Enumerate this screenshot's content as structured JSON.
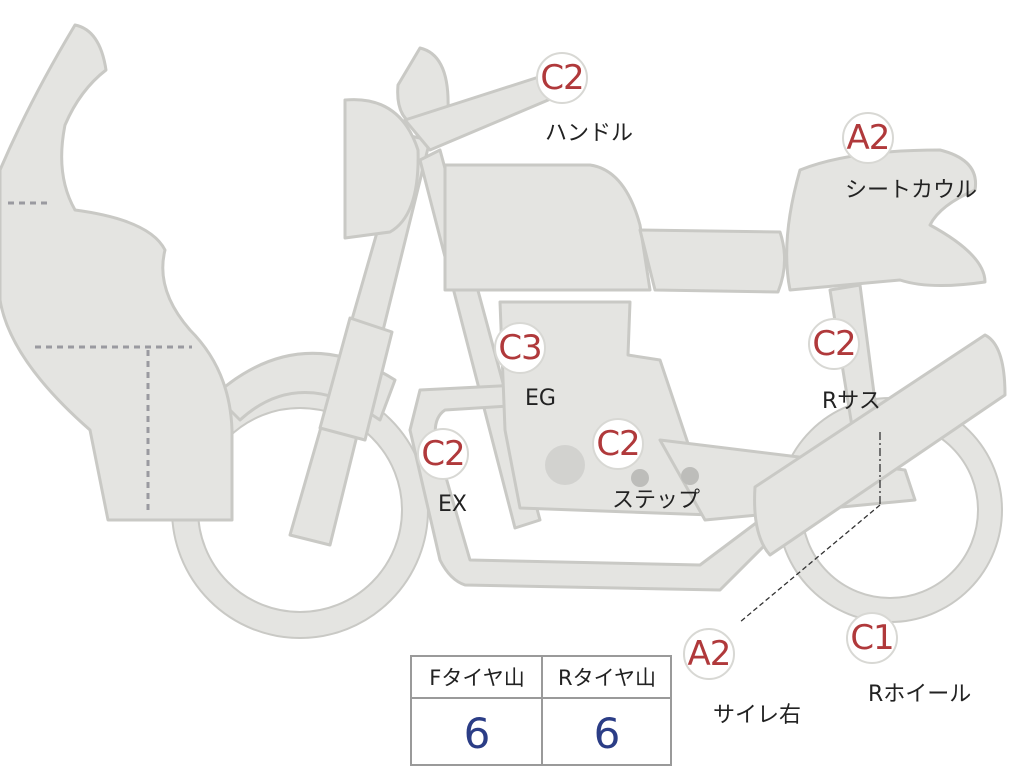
{
  "labels": {
    "handle": {
      "code": "C2",
      "name": "ハンドル"
    },
    "seat_cowl": {
      "code": "A2",
      "name": "シートカウル"
    },
    "engine": {
      "code": "C3",
      "name": "EG"
    },
    "rear_suspension": {
      "code": "C2",
      "name": "Rサス"
    },
    "exhaust": {
      "code": "C2",
      "name": "EX"
    },
    "step": {
      "code": "C2",
      "name": "ステップ"
    },
    "silencer_right": {
      "code": "A2",
      "name": "サイレ右"
    },
    "rear_wheel": {
      "code": "C1",
      "name": "Rホイール"
    }
  },
  "tire_table": {
    "front_header": "Fタイヤ山",
    "rear_header": "Rタイヤ山",
    "front_value": "6",
    "rear_value": "6"
  },
  "colors": {
    "body_fill": "#e4e4e1",
    "body_stroke": "#c9c9c5",
    "code_red": "#b0393b",
    "value_blue": "#2b3d86"
  }
}
